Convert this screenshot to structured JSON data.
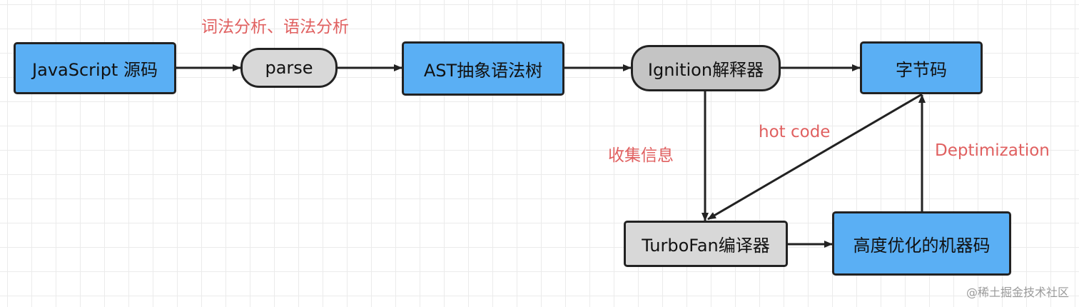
{
  "nodes": {
    "js_source": "JavaScript 源码",
    "parse": "parse",
    "ast": "AST抽象语法树",
    "ignition": "Ignition解释器",
    "bytecode": "字节码",
    "turbofan": "TurboFan编译器",
    "machine_code": "高度优化的机器码"
  },
  "labels": {
    "lexical_syntax": "词法分析、语法分析",
    "collect_info": "收集信息",
    "hot_code": "hot code",
    "deoptimization": "Deptimization"
  },
  "watermark": "@稀土掘金技术社区",
  "colors": {
    "node_blue": "#5aaff4",
    "node_grey": "#d8d8d8",
    "label_red": "#e06060",
    "stroke": "#222222"
  }
}
